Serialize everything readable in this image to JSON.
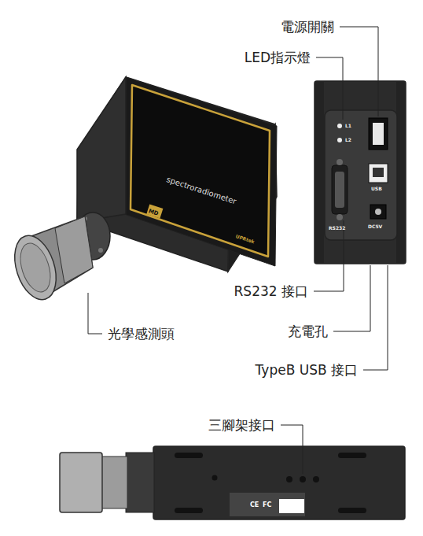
{
  "diagram": {
    "labels": [
      "電源開關",
      "LED指示燈",
      "RS232 接口",
      "充電孔",
      "TypeB USB 接口",
      "光學感測頭",
      "三腳架接口",
      "spectroradiometer",
      "UPRtek",
      "L1",
      "L2",
      "USB",
      "RS232",
      "DC5V",
      "CE",
      "FC",
      "MD"
    ]
  }
}
